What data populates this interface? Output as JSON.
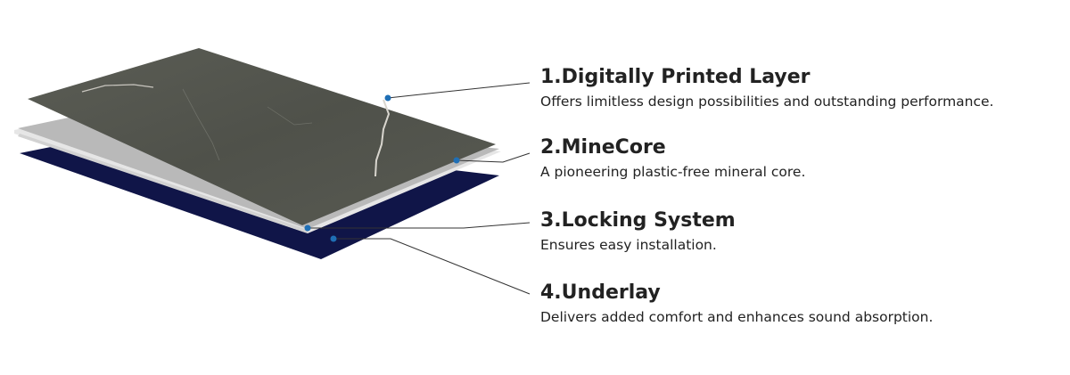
{
  "layers": [
    {
      "title": "1.Digitally Printed Layer",
      "description": "Offers limitless design possibilities and outstanding performance."
    },
    {
      "title": "2.MineCore",
      "description": "A pioneering plastic-free mineral core."
    },
    {
      "title": "3.Locking System",
      "description": "Ensures easy installation."
    },
    {
      "title": "4.Underlay",
      "description": "Delivers added comfort and enhances sound absorption."
    }
  ],
  "colors": {
    "printed_layer": "#55574f",
    "printed_layer_vein": "#d9d6cf",
    "core_layer": "#b9b9b9",
    "core_edge": "#e6e6e6",
    "underlay": "#101548",
    "leader_line": "#333333",
    "marker_dot": "#1f6fb5"
  }
}
